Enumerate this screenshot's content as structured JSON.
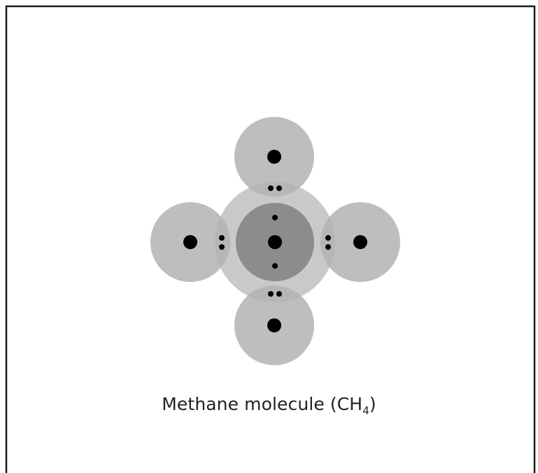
{
  "diagram": {
    "caption": {
      "before": "Methane molecule (CH",
      "subscript": "4",
      "after": ")"
    },
    "center_atom": "carbon",
    "outer_atoms": [
      "hydrogen",
      "hydrogen",
      "hydrogen",
      "hydrogen"
    ],
    "shared_electron_pairs": 4,
    "inner_electrons": 2
  },
  "colors": {
    "frame": "#1a1a1a",
    "outer_shell": "#c9c9c9",
    "hydrogen": "#b3b3b3",
    "inner_shell": "#8c8c8c",
    "overlap": "#a6a6a6",
    "nucleus": "#000000"
  }
}
